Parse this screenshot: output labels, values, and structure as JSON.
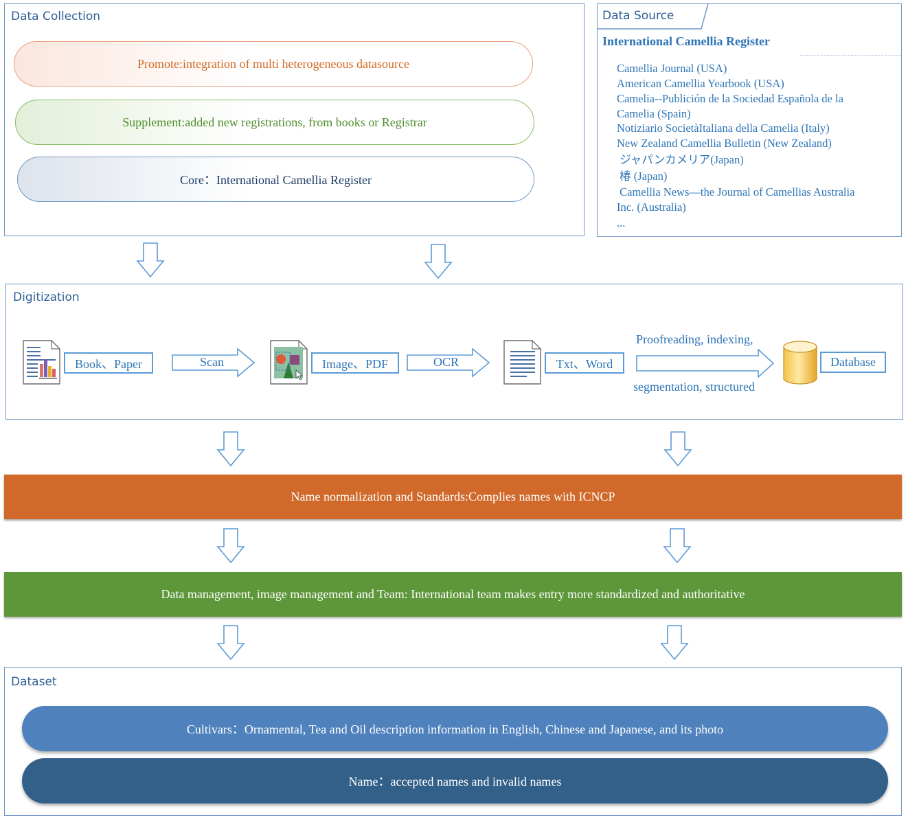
{
  "data_collection": {
    "title": "Data Collection",
    "promote": "Promote:integration of multi heterogeneous datasource",
    "supplement": "Supplement:added new registrations, from books or Registrar",
    "core": "Core：International Camellia Register"
  },
  "data_source": {
    "tab": "Data Source",
    "heading": "International Camellia Register",
    "items": [
      "Camellia Journal (USA)",
      "American Camellia Yearbook (USA)",
      "Camelia--Publición de la Sociedad Española de la",
      "Camelia (Spain)",
      "Notiziario SocietàItaliana della Camelia (Italy)",
      "New Zealand Camellia Bulletin (New Zealand)",
      " ジャパンカメリア(Japan)",
      " 椿 (Japan)",
      " Camellia News—the Journal of Camellias Australia",
      "Inc. (Australia)",
      "..."
    ]
  },
  "digitization": {
    "title": "Digitization",
    "book_label": "Book、Paper",
    "scan_label": "Scan",
    "image_label": "Image、PDF",
    "ocr_label": "OCR",
    "txt_label": "Txt、Word",
    "process_top": "Proofreading, indexing,",
    "process_bottom": "segmentation, structured",
    "database_label": "Database"
  },
  "name_normalization": {
    "text": "Name normalization and Standards:Complies names with ICNCP",
    "color": "#d0692a"
  },
  "data_management": {
    "text": "Data management, image management and Team: International team makes entry more standardized and authoritative",
    "color": "#5e963a"
  },
  "dataset": {
    "title": "Dataset",
    "cultivars": "Cultivars：Ornamental, Tea and Oil description information in English, Chinese and Japanese, and its photo",
    "name": "Name：accepted names and invalid names"
  },
  "colors": {
    "accent_blue": "#2e75b6",
    "border_blue": "#6f97c6",
    "orange_text": "#d2691e",
    "green_text": "#4f8e2e"
  }
}
